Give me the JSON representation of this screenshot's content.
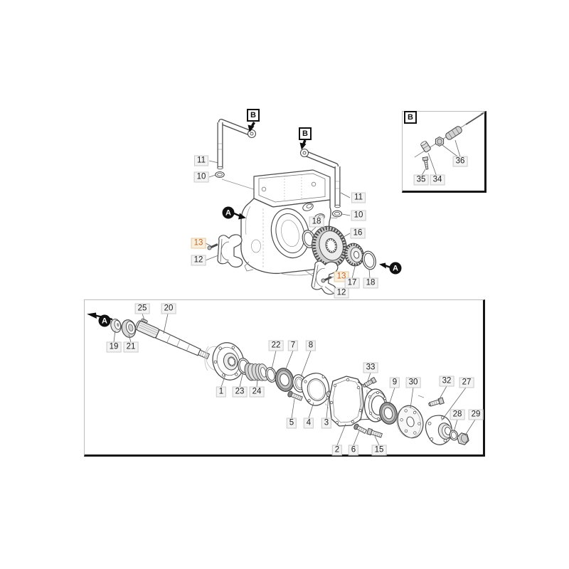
{
  "diagram": {
    "type": "exploded-parts-diagram",
    "colors": {
      "background": "#ffffff",
      "line_art": "#4a4a4a",
      "label_background": "#f4f4f4",
      "label_border": "#c9c9c9",
      "label_text": "#1e1e1e",
      "highlight_label_text": "#bf6524",
      "highlight_label_background": "#f9efdf",
      "marker_fill": "#101010",
      "frame_border": "#151515"
    },
    "markers": [
      {
        "id": "view-b-left",
        "text": "B"
      },
      {
        "id": "view-b-middle",
        "text": "B"
      },
      {
        "id": "view-b-inset",
        "text": "B"
      },
      {
        "id": "view-a-housing-left",
        "text": "A"
      },
      {
        "id": "view-a-housing-right",
        "text": "A"
      },
      {
        "id": "view-a-axle",
        "text": "A"
      }
    ],
    "labels": [
      {
        "part": "11",
        "highlighted": false
      },
      {
        "part": "10",
        "highlighted": false
      },
      {
        "part": "11",
        "highlighted": false
      },
      {
        "part": "10",
        "highlighted": false
      },
      {
        "part": "18",
        "highlighted": false
      },
      {
        "part": "16",
        "highlighted": false
      },
      {
        "part": "13",
        "highlighted": true
      },
      {
        "part": "12",
        "highlighted": false
      },
      {
        "part": "13",
        "highlighted": true
      },
      {
        "part": "17",
        "highlighted": false
      },
      {
        "part": "18",
        "highlighted": false
      },
      {
        "part": "12",
        "highlighted": false
      },
      {
        "part": "35",
        "highlighted": false
      },
      {
        "part": "34",
        "highlighted": false
      },
      {
        "part": "36",
        "highlighted": false
      },
      {
        "part": "25",
        "highlighted": false
      },
      {
        "part": "20",
        "highlighted": false
      },
      {
        "part": "19",
        "highlighted": false
      },
      {
        "part": "21",
        "highlighted": false
      },
      {
        "part": "1",
        "highlighted": false
      },
      {
        "part": "23",
        "highlighted": false
      },
      {
        "part": "24",
        "highlighted": false
      },
      {
        "part": "22",
        "highlighted": false
      },
      {
        "part": "7",
        "highlighted": false
      },
      {
        "part": "8",
        "highlighted": false
      },
      {
        "part": "5",
        "highlighted": false
      },
      {
        "part": "4",
        "highlighted": false
      },
      {
        "part": "3",
        "highlighted": false
      },
      {
        "part": "33",
        "highlighted": false
      },
      {
        "part": "2",
        "highlighted": false
      },
      {
        "part": "6",
        "highlighted": false
      },
      {
        "part": "15",
        "highlighted": false
      },
      {
        "part": "9",
        "highlighted": false
      },
      {
        "part": "30",
        "highlighted": false
      },
      {
        "part": "32",
        "highlighted": false
      },
      {
        "part": "27",
        "highlighted": false
      },
      {
        "part": "28",
        "highlighted": false
      },
      {
        "part": "29",
        "highlighted": false
      }
    ]
  }
}
